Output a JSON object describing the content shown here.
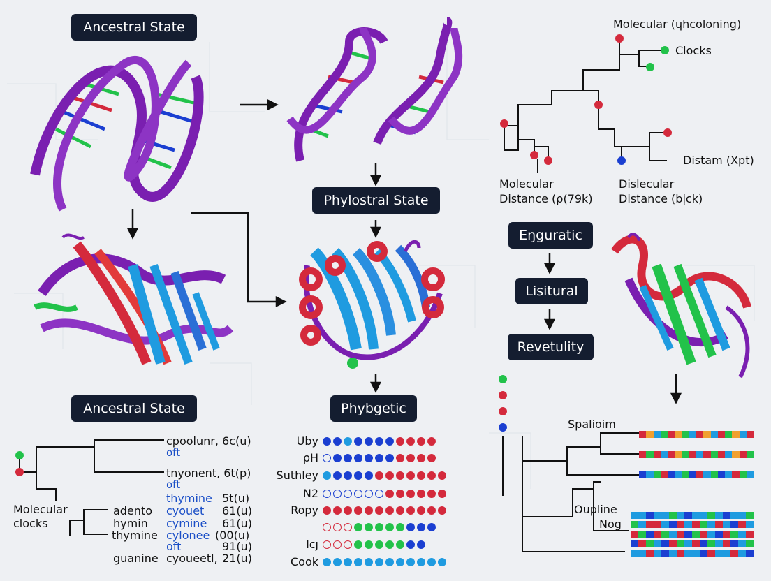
{
  "pills": {
    "ancestral_top": "Ancestral State",
    "phylostral": "Phylostral State",
    "ancestral_bottom": "Ancestral State",
    "phybgetic": "Phybgetic",
    "engruatic": "Eŋguratic",
    "lisitural": "Lisitural",
    "revetulity": "Revetulity"
  },
  "tree_top_right": {
    "title": "Molecular (ɥhcoloning)",
    "clocks": "Clocks",
    "distam": "Distam (Xpt)",
    "molecular_line1": "Molecular",
    "molecular_line2": "Distance (ρ(79k)",
    "dislecular_line1": "Dislecular",
    "dislecular_line2": "Distance (bịck)"
  },
  "left_tree": {
    "molecular": "Molecular",
    "clocks": "clocks",
    "rows": [
      {
        "text": "cpoolunr, 6c(u)",
        "sub": "oft"
      },
      {
        "text": "tnyonent, 6t(p)",
        "sub": "oft"
      }
    ],
    "genes": [
      {
        "left": "",
        "mid": "thymine",
        "right": "5t(u)"
      },
      {
        "left": "adento",
        "mid": "cyouet",
        "right": "61(u)"
      },
      {
        "left": "hymin",
        "mid": "cymine",
        "right": "61(u)"
      },
      {
        "left": "thymine",
        "mid": "cylonee",
        "right": "(00(u)"
      },
      {
        "left": "",
        "mid": "oft",
        "right": "91(u)"
      },
      {
        "left": "guanine",
        "mid": "cyoueetl,",
        "right": "21(u)"
      }
    ]
  },
  "matrix": {
    "rows": [
      {
        "label": "Uby",
        "dots": [
          "B",
          "B",
          "L",
          "B",
          "B",
          "B",
          "B",
          "R",
          "R",
          "R",
          "R"
        ]
      },
      {
        "label": "ρH",
        "dots": [
          "O",
          "B",
          "B",
          "B",
          "B",
          "B",
          "B",
          "R",
          "R",
          "R",
          "R"
        ]
      },
      {
        "label": "Suthley",
        "dots": [
          "L",
          "B",
          "B",
          "B",
          "B",
          "R",
          "R",
          "R",
          "R",
          "R",
          "R",
          "R"
        ]
      },
      {
        "label": "N2",
        "dots": [
          "O",
          "O",
          "O",
          "O",
          "O",
          "O",
          "R",
          "R",
          "R",
          "R",
          "R",
          "R"
        ]
      },
      {
        "label": "Ropy",
        "dots": [
          "R",
          "R",
          "R",
          "R",
          "R",
          "R",
          "R",
          "R",
          "R",
          "R",
          "R",
          "R"
        ]
      },
      {
        "label": "",
        "dots": [
          "OR",
          "OR",
          "OR",
          "G",
          "G",
          "G",
          "G",
          "G",
          "B",
          "B",
          "B"
        ]
      },
      {
        "label": "lcȷ",
        "dots": [
          "OR",
          "OR",
          "OR",
          "G",
          "G",
          "G",
          "G",
          "G",
          "B",
          "B"
        ]
      },
      {
        "label": "Cook",
        "dots": [
          "L",
          "L",
          "L",
          "L",
          "L",
          "L",
          "L",
          "L",
          "L",
          "L",
          "L",
          "L"
        ]
      }
    ]
  },
  "right_tree": {
    "spaloim": "Spalioim",
    "oupline": "Oupline",
    "nog": "Nog"
  },
  "colors": {
    "dark_pill": "#141d30",
    "red": "#d42a3c",
    "green": "#22c24a",
    "blue": "#1b3fd1",
    "light_blue": "#1f9be0",
    "purple": "#7a1fb0"
  }
}
